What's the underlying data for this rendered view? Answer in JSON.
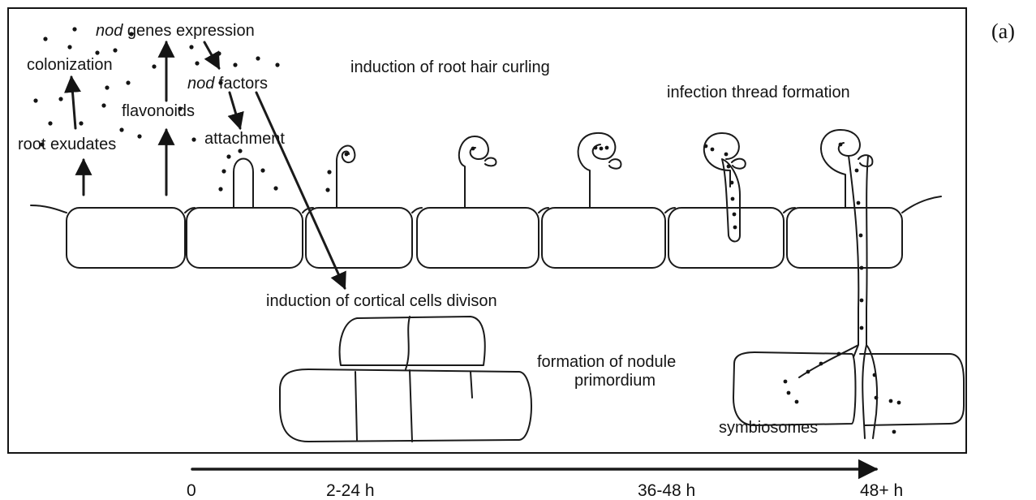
{
  "panel_label": "(a)",
  "labels": {
    "nod_genes_italic": "nod",
    "nod_genes_rest": " genes expression",
    "colonization": "colonization",
    "nod_factors_italic": "nod",
    "nod_factors_rest": " factors",
    "flavonoids": "flavonoids",
    "root_exudates": "root exudates",
    "attachment": "attachment",
    "root_hair_curling": "induction of root hair curling",
    "infection_thread": "infection thread formation",
    "cortical_division": "induction of cortical cells divison",
    "nodule_primordium_line1": "formation of nodule",
    "nodule_primordium_line2": "primordium",
    "symbiosomes": "symbiosomes"
  },
  "timeline": {
    "ticks": [
      "0",
      "2-24 h",
      "36-48 h",
      "48+ h"
    ]
  },
  "colors": {
    "ink": "#141414",
    "background": "#ffffff"
  }
}
